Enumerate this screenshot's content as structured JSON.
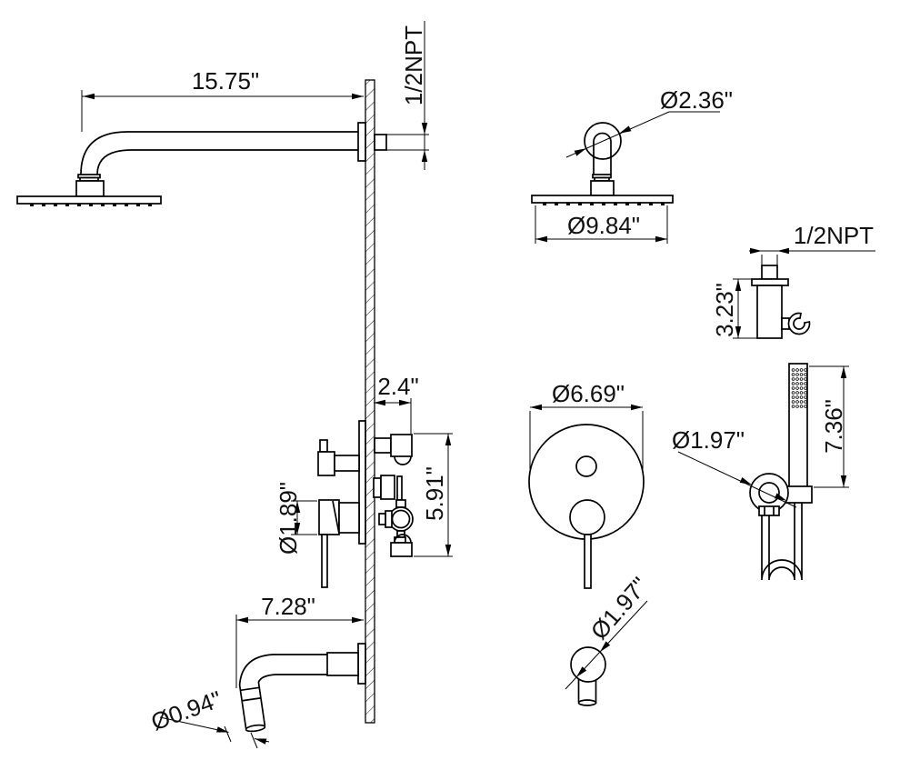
{
  "drawing": {
    "type": "shower-system-installation-dimension-diagram",
    "colors": {
      "background": "#ffffff",
      "line": "#000000"
    },
    "labels": {
      "arm_length": "15.75\"",
      "arm_connection": "1/2NPT",
      "head_connector_diameter": "Ø2.36\"",
      "head_diameter": "Ø9.84\"",
      "elbow_connection": "1/2NPT",
      "elbow_height": "3.23\"",
      "valve_depth": "2.4\"",
      "valve_height": "5.91\"",
      "handle_diameter_side": "Ø1.89\"",
      "trim_plate_diameter": "Ø6.69\"",
      "holder_ring_diameter": "Ø1.97\"",
      "hand_shower_length": "7.36\"",
      "handle_knob_diameter": "Ø1.97\"",
      "spout_length": "7.28\"",
      "spout_outlet_diameter": "Ø0.94\""
    }
  }
}
